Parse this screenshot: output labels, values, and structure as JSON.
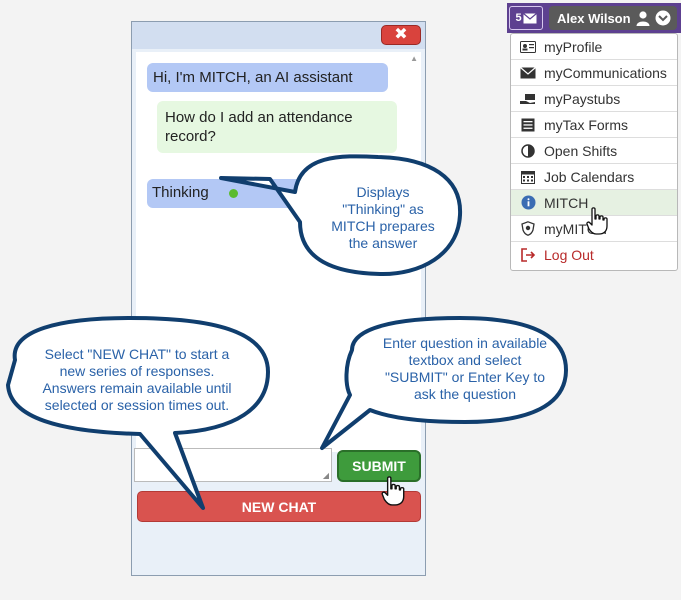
{
  "chat": {
    "close_label": "✖",
    "messages": [
      {
        "role": "assistant",
        "text": "Hi, I'm MITCH, an AI assistant"
      },
      {
        "role": "user",
        "text": "How do I add an attendance record?"
      },
      {
        "role": "assistant",
        "text": "Thinking"
      }
    ],
    "submit_label": "SUBMIT",
    "new_chat_label": "NEW CHAT"
  },
  "callouts": {
    "thinking": [
      "Displays",
      "\"Thinking\" as",
      "MITCH prepares",
      "the answer"
    ],
    "new_chat": [
      "Select \"NEW CHAT\" to start a",
      "new series of responses.",
      "Answers remain available until",
      "selected or session times out."
    ],
    "submit": [
      "Enter question in available",
      "textbox and select",
      "\"SUBMIT\" or Enter Key to",
      "ask the question"
    ]
  },
  "topbar": {
    "mail_count": "5",
    "user_name": "Alex Wilson"
  },
  "menu": {
    "items": [
      {
        "label": "myProfile",
        "icon": "id-card-icon"
      },
      {
        "label": "myCommunications",
        "icon": "envelope-icon"
      },
      {
        "label": "myPaystubs",
        "icon": "money-hand-icon"
      },
      {
        "label": "myTax Forms",
        "icon": "tax-form-icon"
      },
      {
        "label": "Open Shifts",
        "icon": "half-circle-icon"
      },
      {
        "label": "Job Calendars",
        "icon": "calendar-icon"
      },
      {
        "label": "MITCH",
        "icon": "info-icon"
      },
      {
        "label": "myMITCH",
        "icon": "shield-icon"
      },
      {
        "label": "Log Out",
        "icon": "logout-icon"
      }
    ]
  },
  "colors": {
    "callout_border": "#103e6e",
    "callout_text": "#2a62a8",
    "topbar": "#5d4090",
    "submit": "#3e9b3c",
    "new_chat": "#d9534f"
  }
}
